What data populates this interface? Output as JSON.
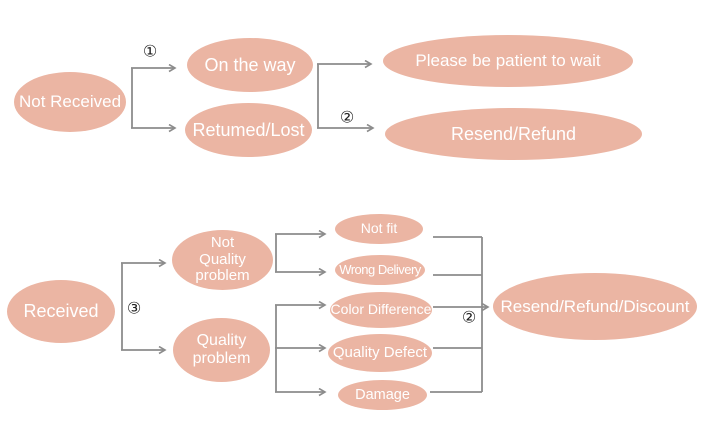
{
  "palette": {
    "ellipse_fill": "#EBB5A3",
    "label_text": "#FFFFFF",
    "connector_line": "#8C8C8C",
    "step_number": "#1E1E1E",
    "background": "#FFFFFF"
  },
  "top_flow": {
    "not_received": "Not Received",
    "on_the_way": "On the way",
    "returned_lost": "Retumed/Lost",
    "please_wait": "Please be patient to wait",
    "resend_refund": "Resend/Refund"
  },
  "bottom_flow": {
    "received": "Received",
    "not_quality_problem": "Not Quality problem",
    "quality_problem": "Quality problem",
    "not_fit": "Not fit",
    "wrong_delivery": "Wrong Delivery",
    "color_difference": "Color Difference",
    "quality_defect": "Quality Defect",
    "damage": "Damage",
    "resend_refund_discount": "Resend/Refund/Discount"
  },
  "step_markers": {
    "step1": "①",
    "step2_top": "②",
    "step3": "③",
    "step2_bottom": "②"
  }
}
